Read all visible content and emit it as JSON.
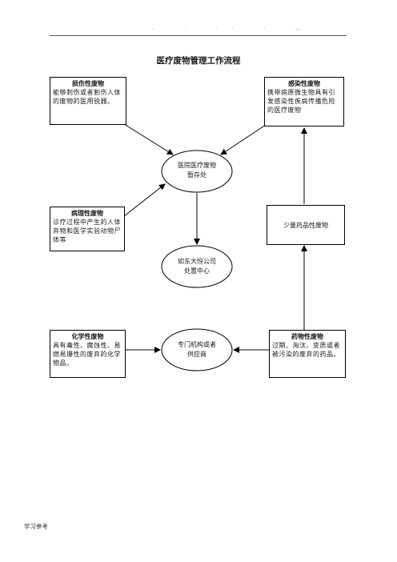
{
  "header_marks": "- · ·· · —",
  "title": "医疗废物管理工作流程",
  "nodes": {
    "damage": {
      "title": "损伤性废物",
      "body": "能够刺伤或者割伤人体的废物的医用锐器。"
    },
    "infect": {
      "title": "感染性废物",
      "body": "携带病原微生物具有引发感染性疾病传播危险的医疗废物"
    },
    "storage": {
      "line1": "医院医疗废物",
      "line2": "暂存处"
    },
    "patho": {
      "title": "病理性废物",
      "body": "诊疗过程中产生的人体弃物和医学实验动物尸体等"
    },
    "small_drug": {
      "body": "少量药品性废物"
    },
    "disposal": {
      "line1": "如东大恒公司",
      "line2": "处置中心"
    },
    "chem": {
      "title": "化学性废物",
      "body": "具有毒性、腐蚀性、易燃易爆性的废弃的化学物品。"
    },
    "pharma": {
      "title": "药物性废物",
      "body": "过期、淘汰、变质或者被污染的废弃的药品。"
    },
    "supplier": {
      "line1": "专门机构或者",
      "line2": "供应商"
    }
  },
  "footer": "学习参考"
}
